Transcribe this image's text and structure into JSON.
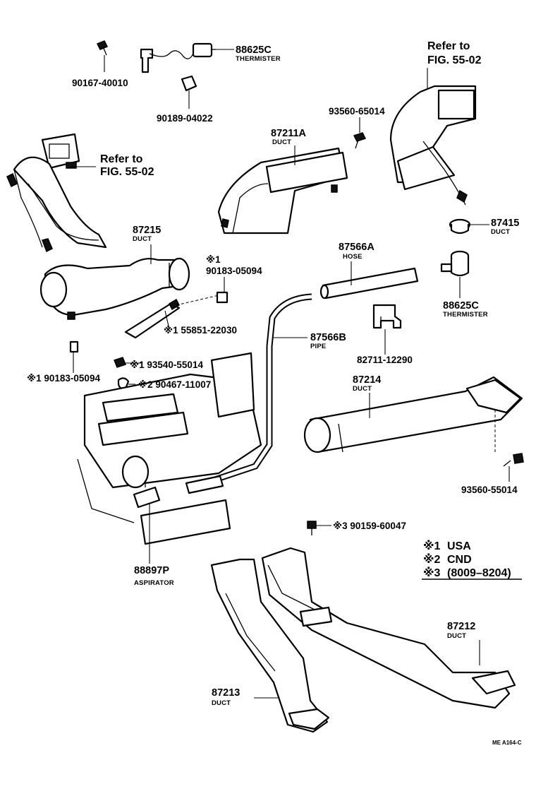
{
  "diagram": {
    "callouts": {
      "bolt_90167": "90167-40010",
      "thermister_top_pn": "88625C",
      "thermister_top_name": "THERMISTER",
      "clip_90189": "90189-04022",
      "refer_left_1": "Refer to",
      "refer_left_2": "FIG. 55-02",
      "refer_right_1": "Refer to",
      "refer_right_2": "FIG. 55-02",
      "screw_93560_top": "93560-65014",
      "duct_87211a_pn": "87211A",
      "duct_87211a_name": "DUCT",
      "duct_87415_pn": "87415",
      "duct_87415_name": "DUCT",
      "thermister_right_pn": "88625C",
      "thermister_right_name": "THERMISTER",
      "duct_87215_pn": "87215",
      "duct_87215_name": "DUCT",
      "nut_usa_mark": "※1",
      "nut_usa_pn": "90183-05094",
      "hose_87566a_pn": "87566A",
      "hose_87566a_name": "HOSE",
      "bracket_55851": "※1 55851-22030",
      "pipe_87566b_pn": "87566B",
      "pipe_87566b_name": "PIPE",
      "clamp_82711": "82711-12290",
      "nut_left": "※1 90183-05094",
      "screw_93540": "※1 93540-55014",
      "clip_90467": "※2 90467-11007",
      "duct_87214_pn": "87214",
      "duct_87214_name": "DUCT",
      "screw_93560_right": "93560-55014",
      "screw_90159": "※3 90159-60047",
      "aspirator_pn": "88897P",
      "aspirator_name": "ASPIRATOR",
      "duct_87212_pn": "87212",
      "duct_87212_name": "DUCT",
      "duct_87213_pn": "87213",
      "duct_87213_name": "DUCT",
      "footer_code": "ME A164-C"
    },
    "legend": {
      "line1_mark": "※1",
      "line1_text": "USA",
      "line2_mark": "※2",
      "line2_text": "CND",
      "line3_mark": "※3",
      "line3_text": "(8009–8204)"
    }
  }
}
